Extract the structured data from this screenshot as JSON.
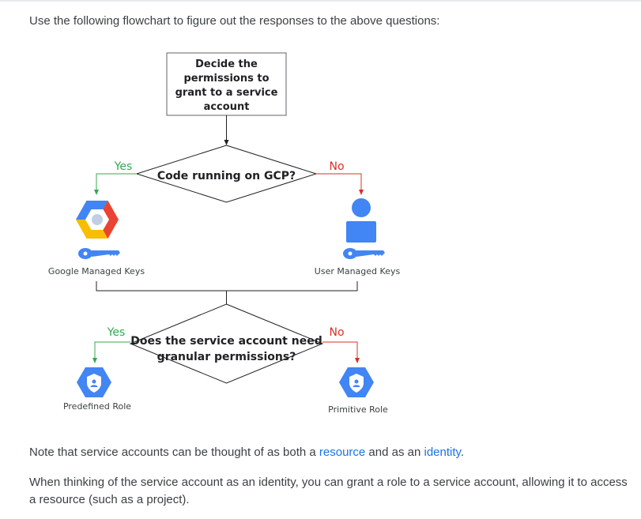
{
  "intro": "Use the following flowchart to figure out the responses to the above questions:",
  "flowchart": {
    "start_box": [
      "Decide the",
      "permissions to",
      "grant to a service",
      "account"
    ],
    "decision1": "Code running on GCP?",
    "yes1": "Yes",
    "no1": "No",
    "left1_label": "Google Managed Keys",
    "right1_label": "User Managed Keys",
    "decision2": [
      "Does the service account need",
      "granular permissions?"
    ],
    "yes2": "Yes",
    "no2": "No",
    "left2_label": "Predefined Role",
    "right2_label": "Primitive Role",
    "colors": {
      "yes": "#34a853",
      "no": "#d93025",
      "icon_blue": "#4285f4",
      "line": "#202124"
    }
  },
  "note": {
    "before": "Note that service accounts can be thought of as both a ",
    "link1": "resource",
    "middle": " and as an ",
    "link2": "identity",
    "after": "."
  },
  "identity_paragraph": "When thinking of the service account as an identity, you can grant a role to a service account, allowing it to access a resource (such as a project)."
}
